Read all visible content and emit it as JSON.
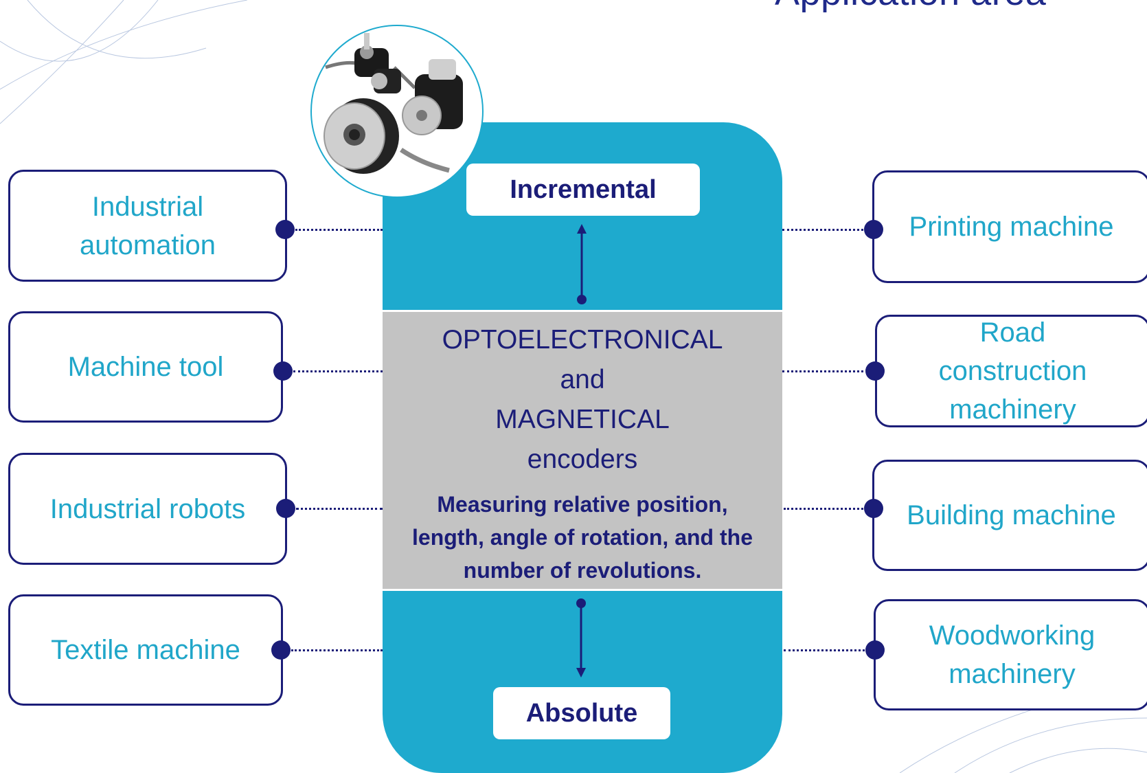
{
  "title": "Application area",
  "center": {
    "incremental": "Incremental",
    "absolute": "Absolute",
    "encoders_lines": [
      "OPTOELECTRONICAL",
      "and",
      "MAGNETICAL",
      "encoders"
    ],
    "measuring_lines": [
      "Measuring relative position,",
      "length, angle of rotation, and the",
      "number of revolutions."
    ]
  },
  "left_boxes": [
    {
      "lines": [
        "Industrial",
        "automation"
      ]
    },
    {
      "lines": [
        "Machine tool"
      ]
    },
    {
      "lines": [
        "Industrial robots"
      ]
    },
    {
      "lines": [
        "Textile machine"
      ]
    }
  ],
  "right_boxes": [
    {
      "lines": [
        "Printing machine"
      ]
    },
    {
      "lines": [
        "Road",
        "construction",
        "machinery"
      ]
    },
    {
      "lines": [
        "Building machine"
      ]
    },
    {
      "lines": [
        "Woodworking",
        "machinery"
      ]
    }
  ],
  "colors": {
    "panel": "#1eaace",
    "dark_navy": "#1b1d78",
    "text_cyan": "#20a6c9",
    "gray": "#c3c3c3"
  },
  "icons": {
    "photo": "encoder-products-image"
  }
}
